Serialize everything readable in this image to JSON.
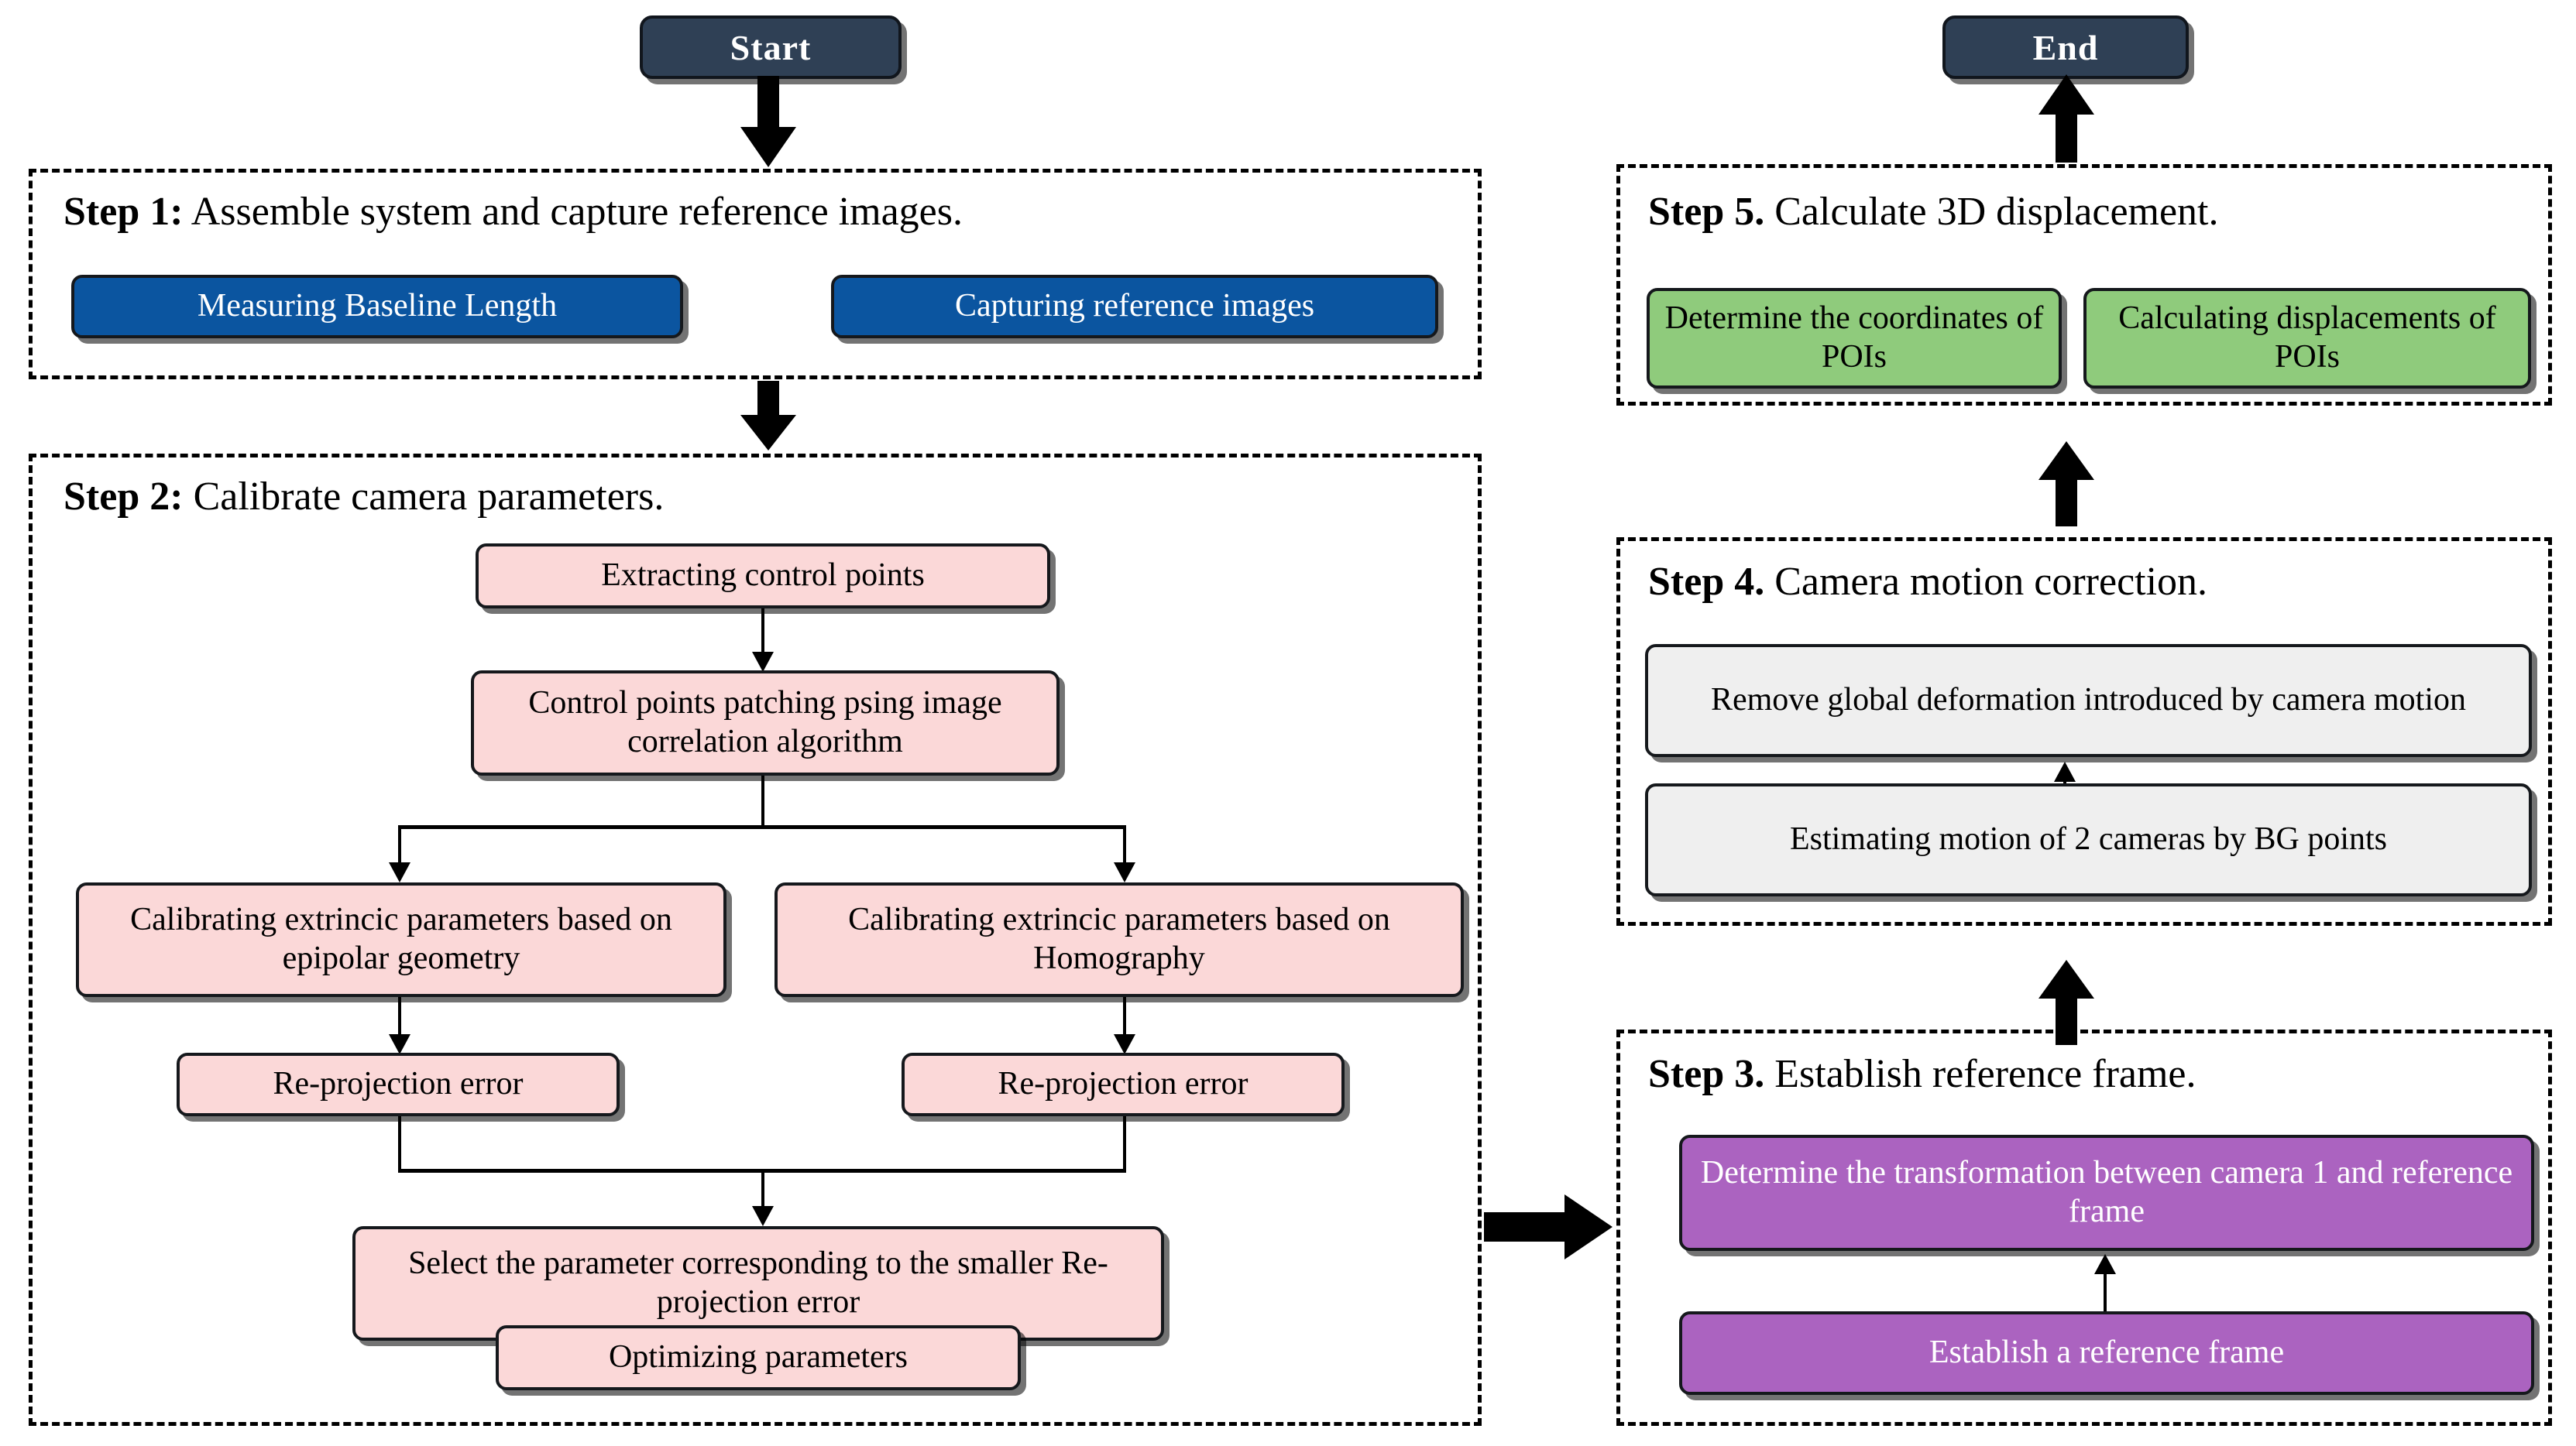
{
  "diagram": {
    "title": "Workflow for 3D displacement measurement",
    "terminators": {
      "start": "Start",
      "end": "End"
    },
    "colors": {
      "terminator": "#2f4055",
      "step1_node": "#0b55a0",
      "step2_node": "#fbd8d8",
      "step3_node": "#ab63c0",
      "step4_node": "#efefef",
      "step5_node": "#8fcb7c",
      "outline": "#000000",
      "page_background": "#ffffff"
    },
    "steps": [
      {
        "id": "step1",
        "number": "Step 1",
        "separator": ":",
        "heading": " Assemble system and capture reference images.",
        "nodes": [
          {
            "id": "s1n1",
            "label": "Measuring Baseline Length"
          },
          {
            "id": "s1n2",
            "label": "Capturing reference images"
          }
        ]
      },
      {
        "id": "step2",
        "number": "Step 2",
        "separator": ":",
        "heading": " Calibrate camera parameters.",
        "nodes": [
          {
            "id": "s2n1",
            "label": "Extracting control points"
          },
          {
            "id": "s2n2",
            "label": "Control points patching psing image correlation algorithm"
          },
          {
            "id": "s2n3",
            "label": "Calibrating extrincic parameters based on epipolar geometry"
          },
          {
            "id": "s2n4",
            "label": "Calibrating extrincic parameters based on Homography"
          },
          {
            "id": "s2n5",
            "label": "Re-projection error"
          },
          {
            "id": "s2n6",
            "label": "Re-projection error"
          },
          {
            "id": "s2n7",
            "label": "Select the parameter corresponding to the smaller Re-projection error"
          },
          {
            "id": "s2n8",
            "label": "Optimizing parameters"
          }
        ]
      },
      {
        "id": "step3",
        "number": "Step 3",
        "separator": ".",
        "heading": " Establish reference frame.",
        "nodes": [
          {
            "id": "s3n1",
            "label": "Determine the transformation between camera 1 and reference frame"
          },
          {
            "id": "s3n2",
            "label": "Establish a reference frame"
          }
        ]
      },
      {
        "id": "step4",
        "number": "Step 4",
        "separator": ".",
        "heading": " Camera motion correction.",
        "nodes": [
          {
            "id": "s4n1",
            "label": "Remove global deformation introduced by camera motion"
          },
          {
            "id": "s4n2",
            "label": "Estimating motion of 2 cameras by BG points"
          }
        ]
      },
      {
        "id": "step5",
        "number": "Step 5",
        "separator": ".",
        "heading": " Calculate 3D displacement.",
        "nodes": [
          {
            "id": "s5n1",
            "label": "Determine the coordinates of POIs"
          },
          {
            "id": "s5n2",
            "label": "Calculating displacements of POIs"
          }
        ]
      }
    ],
    "flow": [
      {
        "from": "Start",
        "to": "Step 1",
        "kind": "block-arrow-down"
      },
      {
        "from": "Step 1",
        "to": "Step 2",
        "kind": "block-arrow-down"
      },
      {
        "from": "Step 2",
        "to": "Step 3",
        "kind": "block-arrow-right"
      },
      {
        "from": "Step 3",
        "to": "Step 4",
        "kind": "block-arrow-up"
      },
      {
        "from": "Step 4",
        "to": "Step 5",
        "kind": "block-arrow-up"
      },
      {
        "from": "Step 5",
        "to": "End",
        "kind": "block-arrow-up"
      }
    ]
  }
}
